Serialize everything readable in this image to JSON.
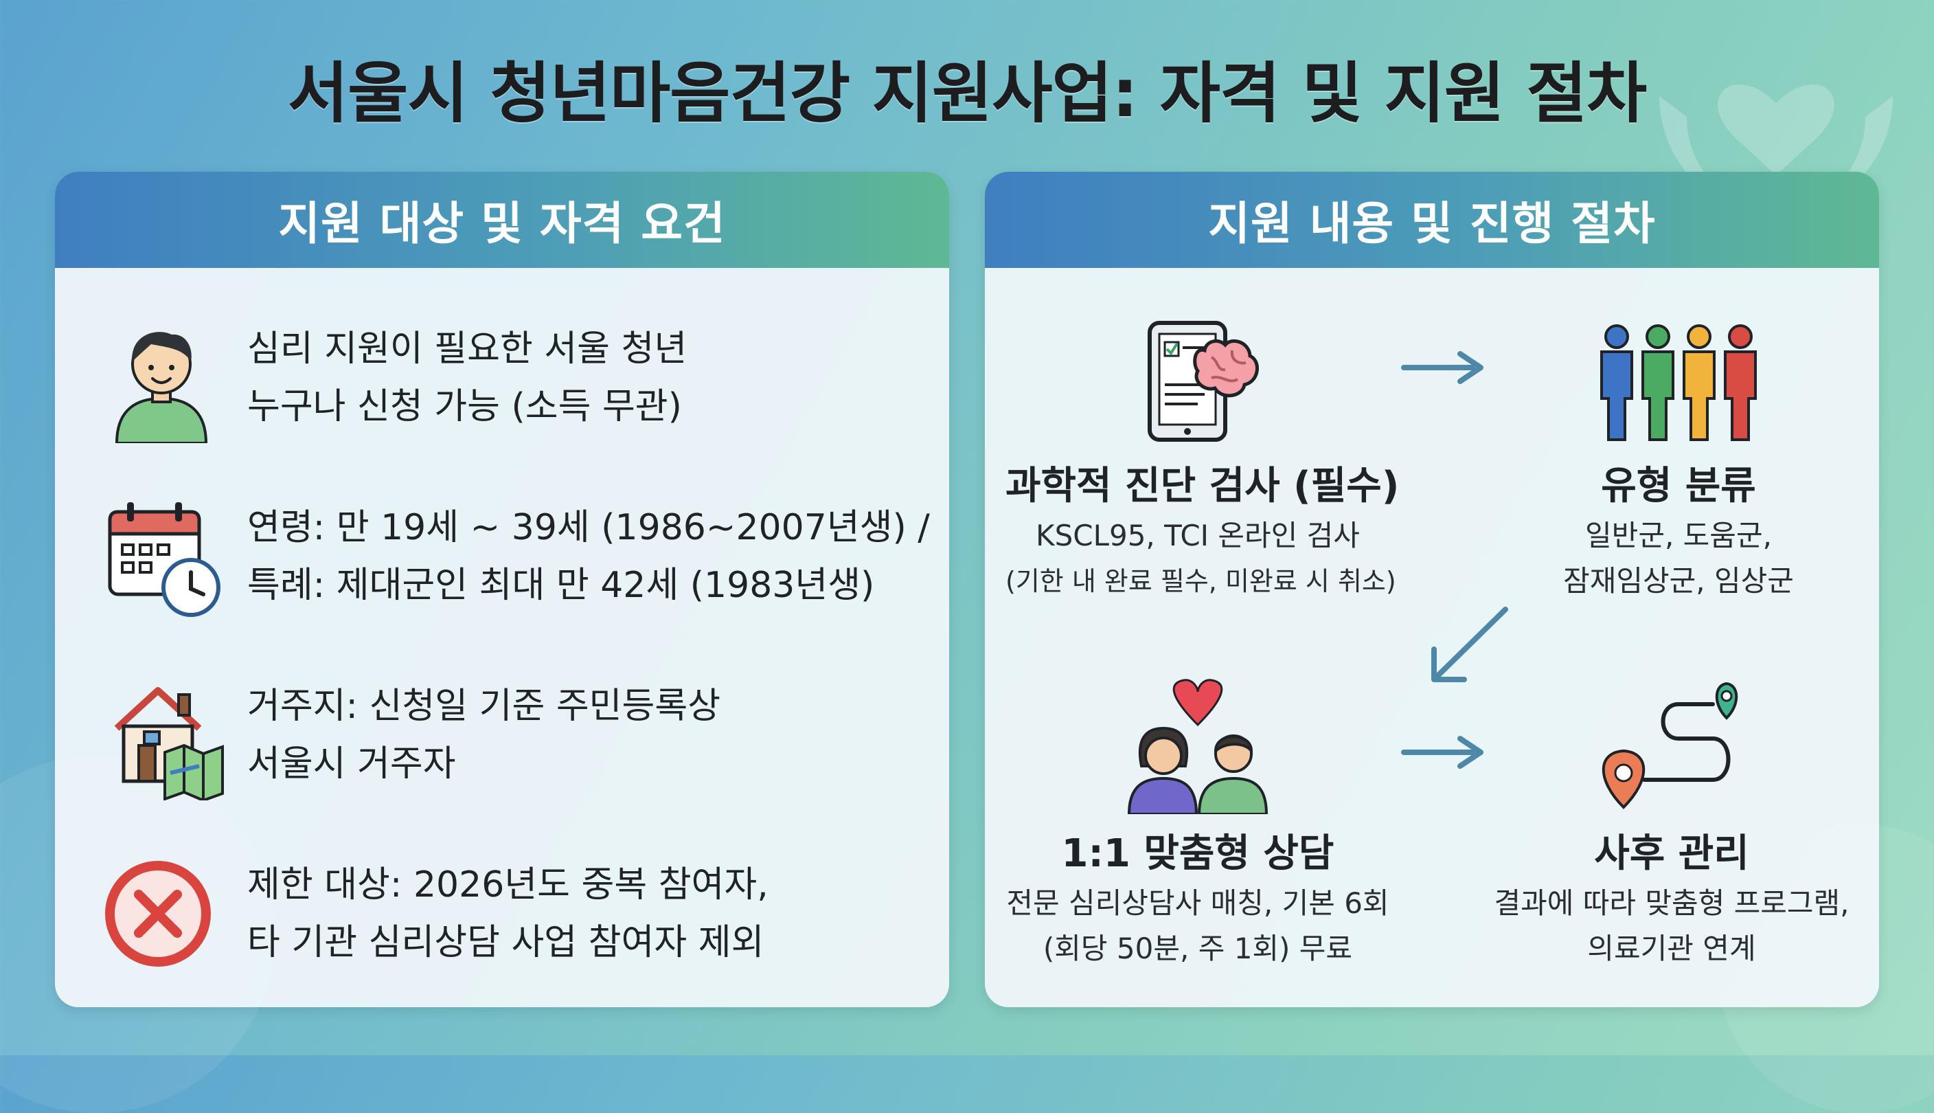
{
  "title": "서울시 청년마음건강 지원사업: 자격 및 지원 절차",
  "left_panel": {
    "header": "지원 대상 및 자격 요건",
    "items": [
      {
        "icon": "person-icon",
        "lines": [
          "심리 지원이 필요한 서울 청년",
          "누구나 신청 가능 (소득 무관)"
        ]
      },
      {
        "icon": "calendar-clock-icon",
        "lines": [
          "연령: 만 19세 ~ 39세 (1986~2007년생) /",
          "특례: 제대군인 최대 만 42세 (1983년생)"
        ]
      },
      {
        "icon": "house-map-icon",
        "lines": [
          "거주지: 신청일 기준 주민등록상",
          "서울시 거주자"
        ]
      },
      {
        "icon": "x-circle-icon",
        "lines": [
          "제한 대상: 2026년도 중복 참여자,",
          "타 기관 심리상담 사업 참여자 제외"
        ]
      }
    ]
  },
  "right_panel": {
    "header": "지원 내용 및 진행 절차",
    "steps": [
      {
        "icon": "tablet-brain-icon",
        "title": "과학적 진단 검사 (필수)",
        "desc": [
          "KSCL95, TCI 온라인 검사",
          "(기한 내 완료 필수, 미완료 시 취소)"
        ]
      },
      {
        "icon": "people-group-icon",
        "title": "유형 분류",
        "desc": [
          "일반군, 도움군,",
          "잠재임상군, 임상군"
        ]
      },
      {
        "icon": "counseling-heart-icon",
        "title": "1:1 맞춤형 상담",
        "desc": [
          "전문 심리상담사 매칭, 기본 6회",
          "(회당 50분, 주 1회) 무료"
        ]
      },
      {
        "icon": "route-pin-icon",
        "title": "사후 관리",
        "desc": [
          "결과에 따라 맞춤형 프로그램,",
          "의료기관 연계"
        ]
      }
    ]
  },
  "colors": {
    "header_gradient_start": "#3f7fc0",
    "header_gradient_end": "#5fb894",
    "arrow": "#4d88a8",
    "x_red": "#d9443f"
  }
}
